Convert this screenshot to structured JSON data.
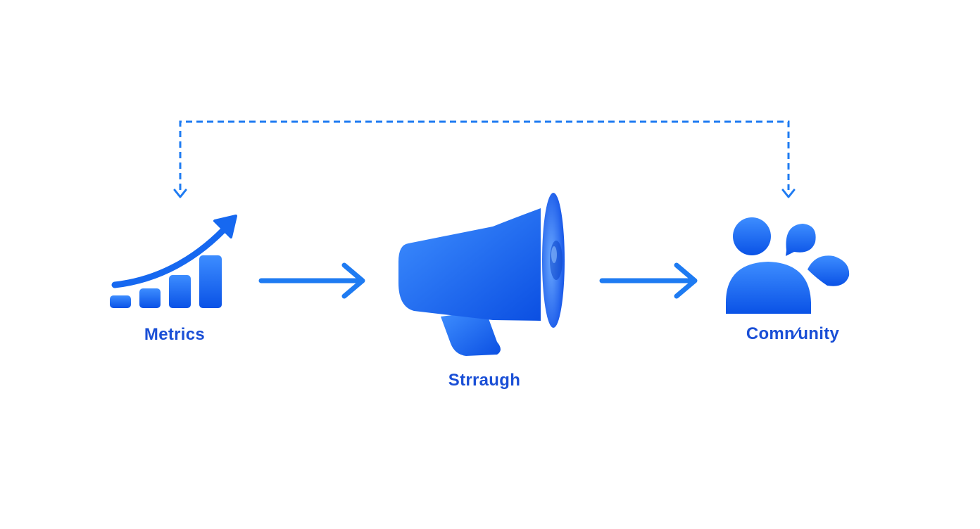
{
  "diagram": {
    "nodes": [
      {
        "id": "metrics",
        "label": "Metrics",
        "icon": "growth-chart-icon"
      },
      {
        "id": "broadcast",
        "label": "Strraugh",
        "icon": "megaphone-icon"
      },
      {
        "id": "community",
        "label": "Comn⁄unity",
        "icon": "people-chat-icon"
      }
    ],
    "edges": [
      {
        "from": "metrics",
        "to": "broadcast",
        "style": "solid"
      },
      {
        "from": "broadcast",
        "to": "community",
        "style": "solid"
      },
      {
        "from": "community",
        "to": "metrics",
        "style": "dashed",
        "bidirectional": true
      }
    ],
    "colors": {
      "primary": "#1e7bf2",
      "icon_light": "#3a8cff",
      "icon_dark": "#0a4fe0",
      "label": "#1a4fd6",
      "background": "#ffffff"
    }
  }
}
